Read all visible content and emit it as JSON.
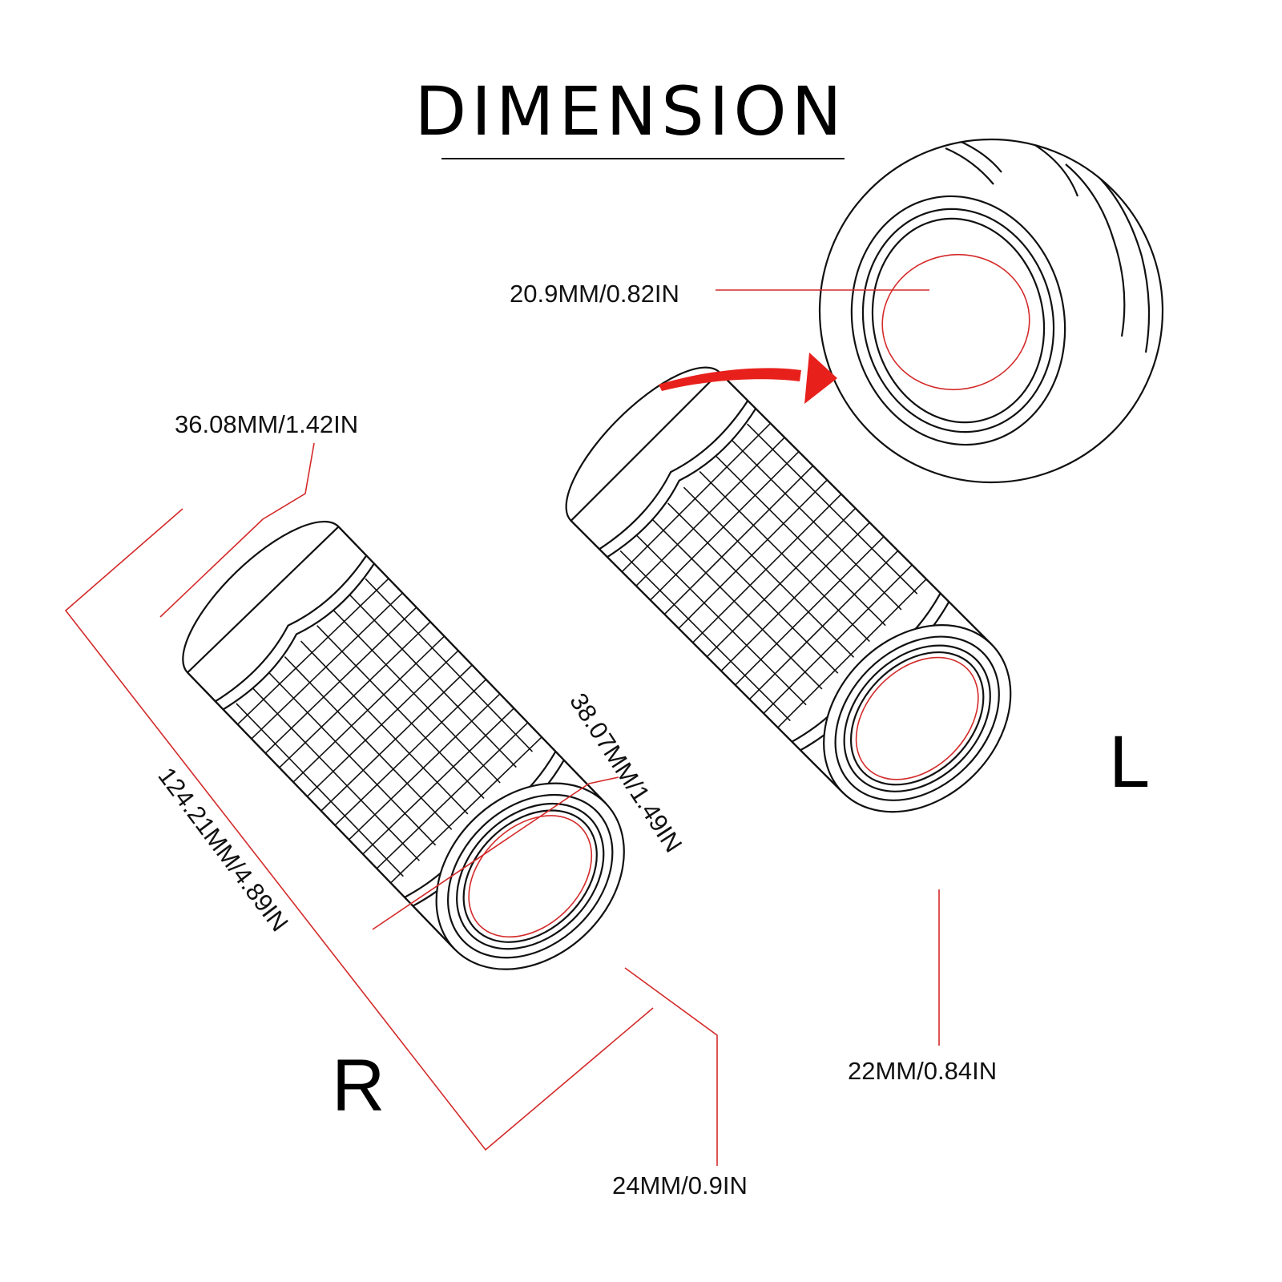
{
  "title": "DIMENSION",
  "colors": {
    "line": "#111111",
    "leader": "#d42a2a",
    "arrow": "#e8201c",
    "background": "#ffffff"
  },
  "sides": {
    "right": "R",
    "left": "L"
  },
  "dimensions": {
    "end_diameter": "36.08MM/1.42IN",
    "length": "124.21MM/4.89IN",
    "outer_diameter": "38.07MM/1.49IN",
    "right_bore": "24MM/0.9IN",
    "left_bore": "22MM/0.84IN",
    "inner_bore": "20.9MM/0.82IN"
  }
}
